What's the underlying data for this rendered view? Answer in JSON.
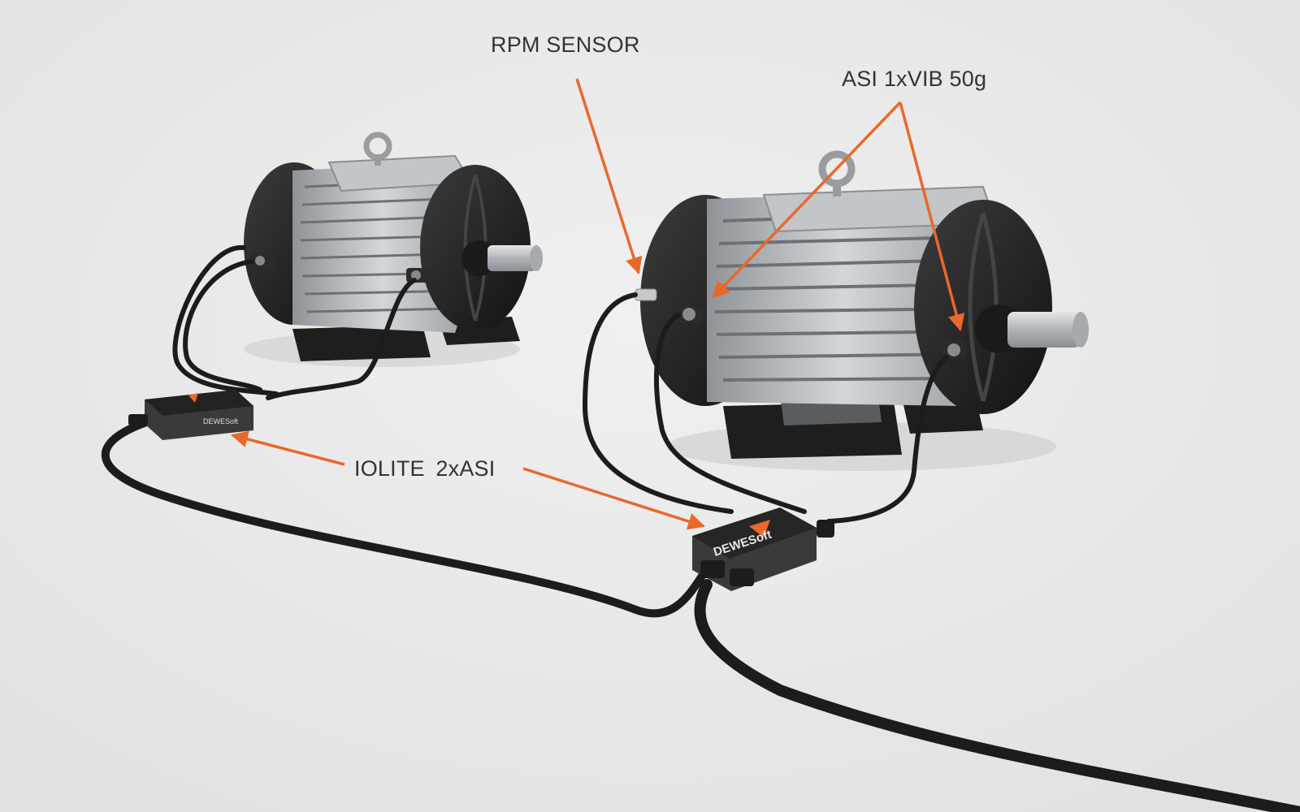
{
  "labels": {
    "rpm_sensor": "RPM SENSOR",
    "asi_sensor": "ASI 1xVIB 50g",
    "iolite": "IOLITE  2xASI"
  },
  "branding": {
    "logo_text_large": "DEWESoft",
    "logo_text_small": "DEWESoft"
  },
  "colors": {
    "background": "#ebebeb",
    "arrow": "#e8692a",
    "label_text": "#333333",
    "cable": "#1c1c1c",
    "motor_body": "#2a2a2a",
    "motor_fins": "#b9bcbf",
    "module_body": "#3a3a3a",
    "logo_orange": "#e8692a"
  }
}
